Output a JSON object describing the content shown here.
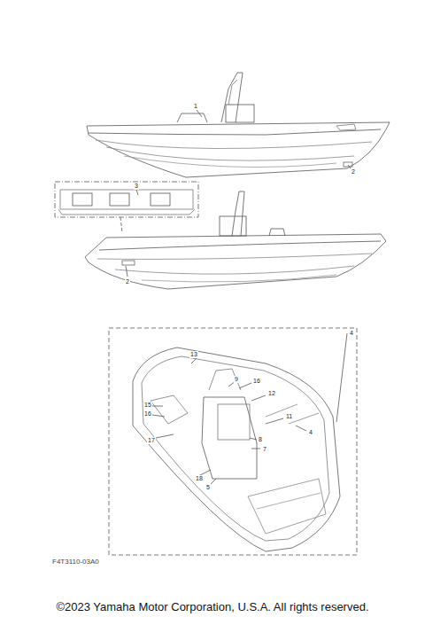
{
  "diagram": {
    "caption": "©2023 Yamaha Motor Corporation, U.S.A. All rights reserved.",
    "labels": [
      "1",
      "2",
      "3",
      "2",
      "4",
      "13",
      "9",
      "16",
      "12",
      "11",
      "4",
      "15",
      "16",
      "17",
      "8",
      "7",
      "18",
      "5",
      "F4T3110-03A0"
    ]
  }
}
